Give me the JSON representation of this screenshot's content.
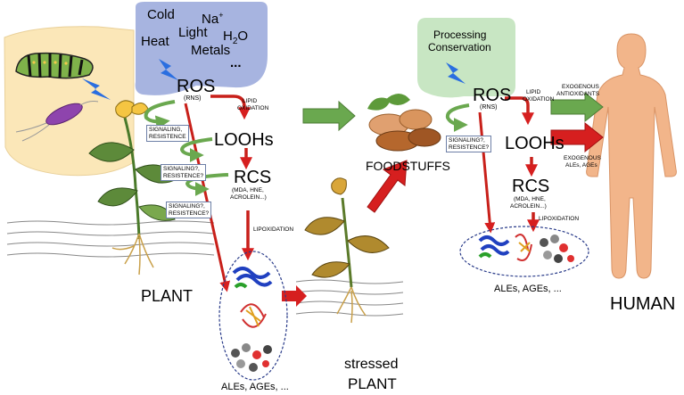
{
  "stressors": {
    "cold": "Cold",
    "na": "Na",
    "na_sup": "+",
    "heat": "Heat",
    "light": "Light",
    "h2o_h": "H",
    "h2o_sub": "2",
    "h2o_o": "O",
    "metals": "Metals",
    "ellipsis": "..."
  },
  "processing": {
    "line1": "Processing",
    "line2": "Conservation"
  },
  "plant": {
    "ros": "ROS",
    "rns": "(RNS)",
    "lipid_oxidation_1": "LIPID",
    "lipid_oxidation_2": "OXIDATION",
    "loohs": "LOOHs",
    "rcs": "RCS",
    "rcs_sub_1": "(MDA, HNE,",
    "rcs_sub_2": "ACROLEIN...)",
    "lipoxidation": "LIPOXIDATION",
    "box1_l1": "SIGNALING,",
    "box1_l2": "RESISTENCE",
    "box2_l1": "SIGNALING?,",
    "box2_l2": "RESISTENCE?",
    "box3_l1": "SIGNALING?,",
    "box3_l2": "RESISTENCE?",
    "ales_ages": "ALEs, AGEs, ...",
    "label": "PLANT"
  },
  "stressed_plant": {
    "line1": "stressed",
    "line2": "PLANT"
  },
  "food": {
    "label": "FOODSTUFFS",
    "ros": "ROS",
    "rns": "(RNS)",
    "lipid_oxidation_1": "LIPID",
    "lipid_oxidation_2": "OXIDATION",
    "loohs": "LOOHs",
    "rcs": "RCS",
    "rcs_sub_1": "(MDA, HNE,",
    "rcs_sub_2": "ACROLEIN...)",
    "lipoxidation": "LIPOXIDATION",
    "box_l1": "SIGNALING?,",
    "box_l2": "RESISTENCE?",
    "ales_ages": "ALEs, AGEs, ..."
  },
  "human": {
    "exo_antiox_1": "EXOGENOUS",
    "exo_antiox_2": "ANTIOXIDANTS",
    "exo_ales_1": "EXOGENOUS",
    "exo_ales_2": "ALEs, AGEs",
    "label": "HUMAN"
  },
  "colors": {
    "stress_cloud": "#a7b4e0",
    "process_cloud": "#c8e6c3",
    "insect_bg": "#fbe7b8",
    "green_arrow": "#6aa84f",
    "red_arrow": "#d61f1f",
    "human_skin": "#f2b58a",
    "leaf": "#5d8a3a",
    "stressed_leaf": "#b08a2e",
    "lightning": "#2a6ee0"
  }
}
